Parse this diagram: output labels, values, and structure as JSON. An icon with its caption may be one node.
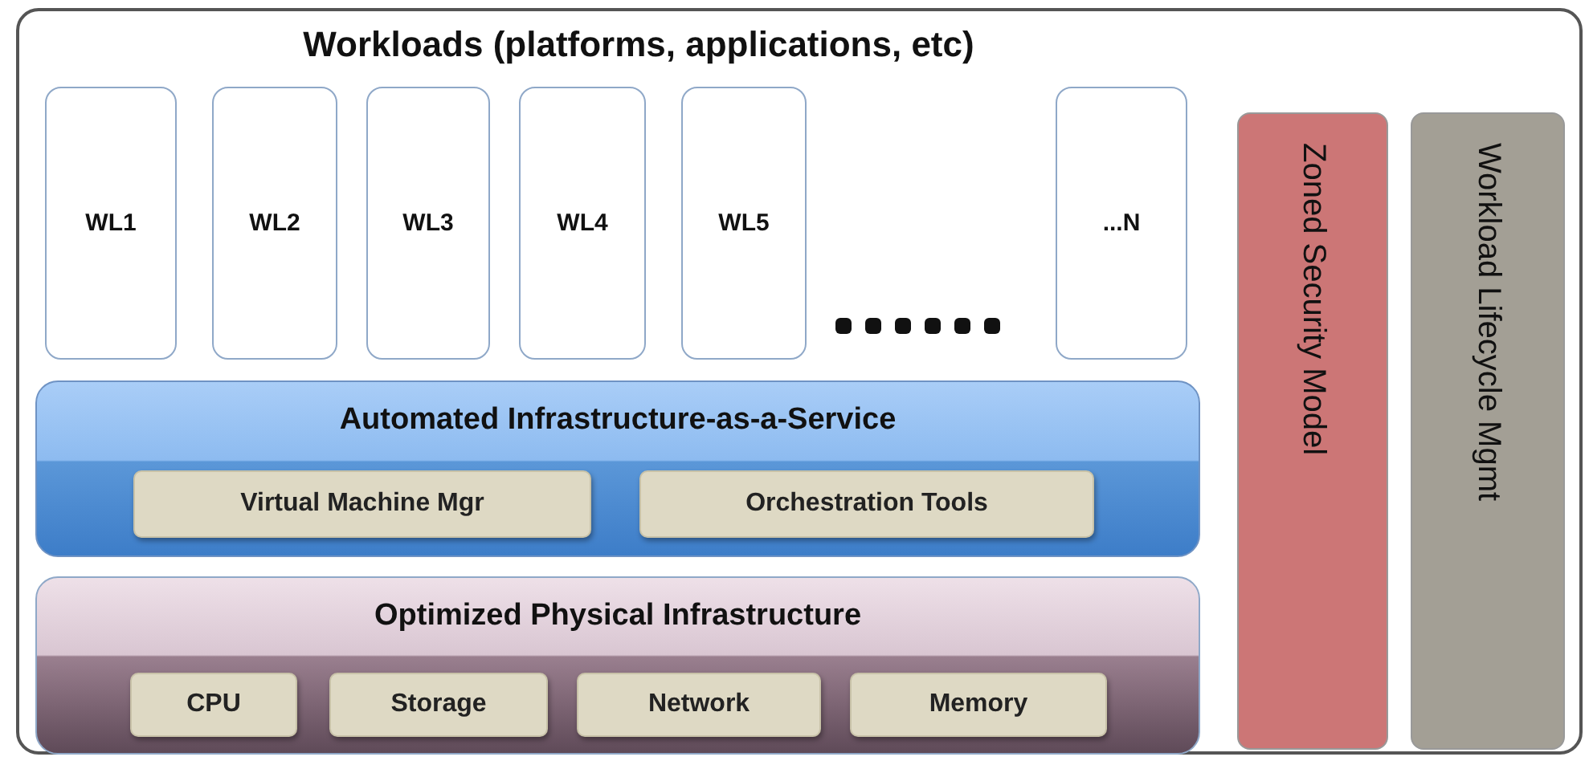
{
  "diagram": {
    "nodes": [
      {
        "text": [
          "Workloads (platforms, applications, etc)"
        ]
      },
      {
        "text": [
          "WL1"
        ],
        "in": 0
      },
      {
        "text": [
          "WL2"
        ],
        "in": 0
      },
      {
        "text": [
          "WL3"
        ],
        "in": 0
      },
      {
        "text": [
          "WL4"
        ],
        "in": 0
      },
      {
        "text": [
          "WL5"
        ],
        "in": 0
      },
      {
        "text": [
          "...N"
        ],
        "in": 0
      },
      {
        "text": [
          "Automated Infrastructure-as-a-Service"
        ],
        "in": 0
      },
      {
        "text": [
          "Virtual Machine Mgr"
        ],
        "in": 7
      },
      {
        "text": [
          "Orchestration Tools"
        ],
        "in": 7
      },
      {
        "text": [
          "Optimized Physical Infrastructure"
        ],
        "in": 0
      },
      {
        "text": [
          "CPU"
        ],
        "in": 10
      },
      {
        "text": [
          "Storage"
        ],
        "in": 10
      },
      {
        "text": [
          "Network"
        ],
        "in": 10
      },
      {
        "text": [
          "Memory"
        ],
        "in": 10
      },
      {
        "text": [
          "Zoned Security Model"
        ],
        "in": 0
      },
      {
        "text": [
          "Workload Lifecycle Mgmt"
        ],
        "in": 0
      }
    ]
  }
}
